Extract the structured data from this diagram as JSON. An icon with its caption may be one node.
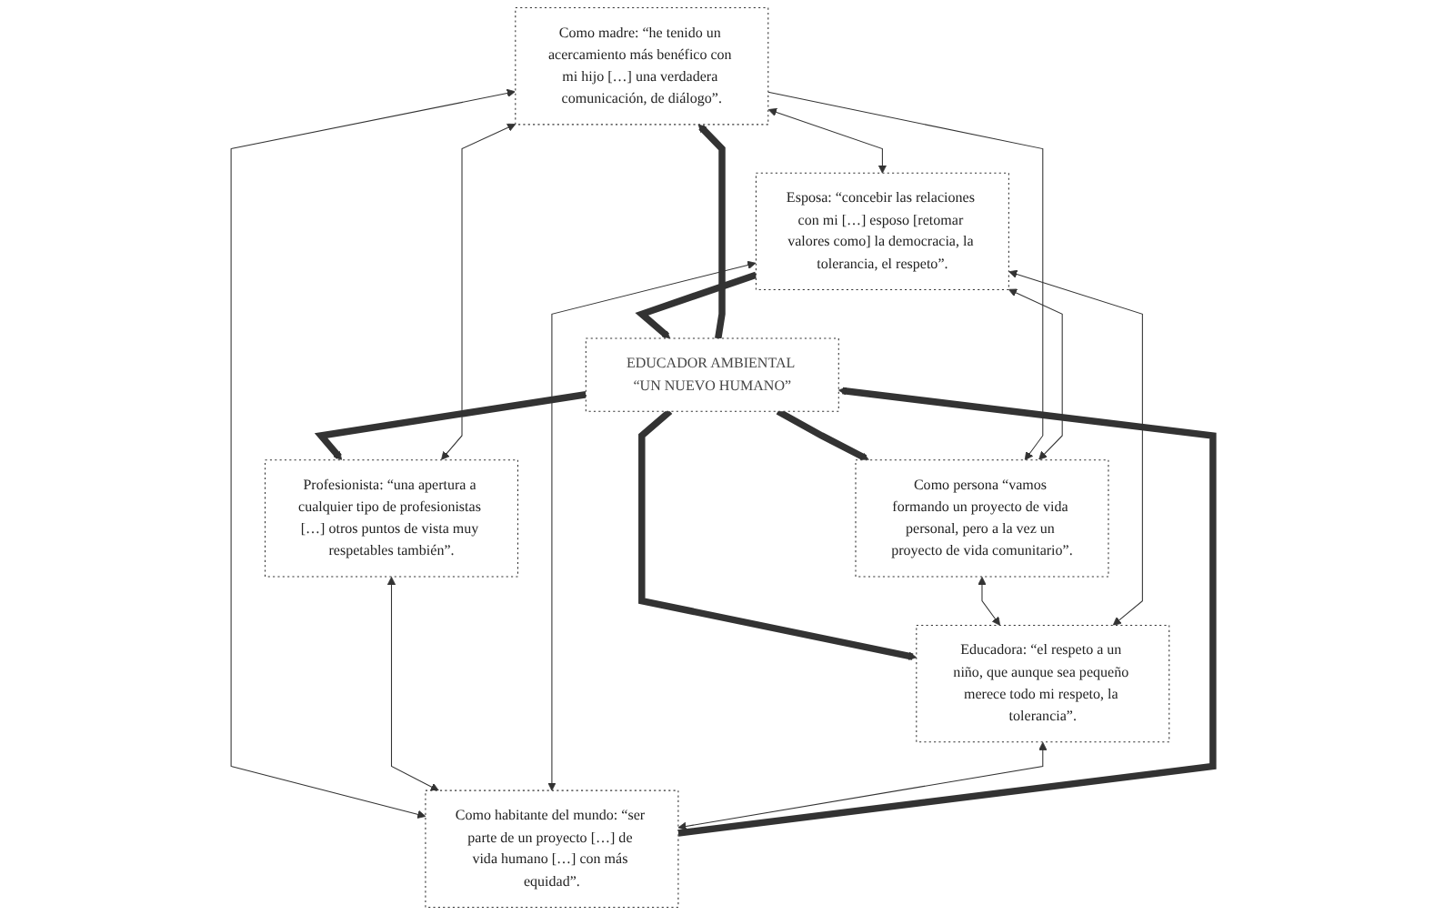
{
  "diagram": {
    "nodes": [
      {
        "text": [
          "Como madre: “he tenido un acercamiento más benéfico con mi hijo […] una verdadera comunicación, de diálogo”."
        ]
      },
      {
        "text": [
          "Como persona “vamos formando un proyecto de vida personal, pero a la vez un proyecto de vida comunitario”."
        ]
      },
      {
        "text": [
          "Profesionista: “una apertura a cualquier tipo de profesionistas […] otros puntos de vista muy respetables también”."
        ]
      },
      {
        "text": [
          "EDUCADOR AMBIENTAL “UN NUEVO HUMANO”"
        ]
      },
      {
        "text": [
          "Educadora: “el respeto a un niño, que aunque sea pequeño merece todo mi respeto, la tolerancia”."
        ]
      },
      {
        "text": [
          "Esposa: “concebir las relaciones con mi […] esposo [retomar valores como] la democracia, la tolerancia, el respeto”."
        ]
      },
      {
        "text": [
          "Como habitante del mundo: “ser parte de un proyecto […] de vida humano […] con más equidad”."
        ]
      }
    ],
    "edges": [
      {
        "from": 3,
        "to": 0,
        "arrow": "to",
        "style": "thick"
      },
      {
        "from": 3,
        "to": 1,
        "arrow": "to",
        "style": "thick"
      },
      {
        "from": 3,
        "to": 2,
        "arrow": "to",
        "style": "thick"
      },
      {
        "from": 3,
        "to": 4,
        "arrow": "to",
        "style": "thick"
      },
      {
        "from": 5,
        "to": 3,
        "arrow": "to",
        "style": "thick"
      },
      {
        "from": 6,
        "to": 3,
        "arrow": "to",
        "style": "thick"
      },
      {
        "from": 0,
        "to": 5,
        "arrow": "both"
      },
      {
        "from": 2,
        "to": 0,
        "arrow": "both"
      },
      {
        "from": 0,
        "to": 1,
        "arrow": "to"
      },
      {
        "from": 1,
        "to": 5,
        "arrow": "both"
      },
      {
        "from": 0,
        "to": 6,
        "arrow": "both"
      },
      {
        "from": 1,
        "to": 4,
        "arrow": "both"
      },
      {
        "from": 2,
        "to": 6,
        "arrow": "both"
      },
      {
        "from": 5,
        "to": 4,
        "arrow": "both"
      },
      {
        "from": 5,
        "to": 6,
        "arrow": "both"
      },
      {
        "from": 4,
        "to": 6,
        "arrow": "both"
      }
    ]
  }
}
